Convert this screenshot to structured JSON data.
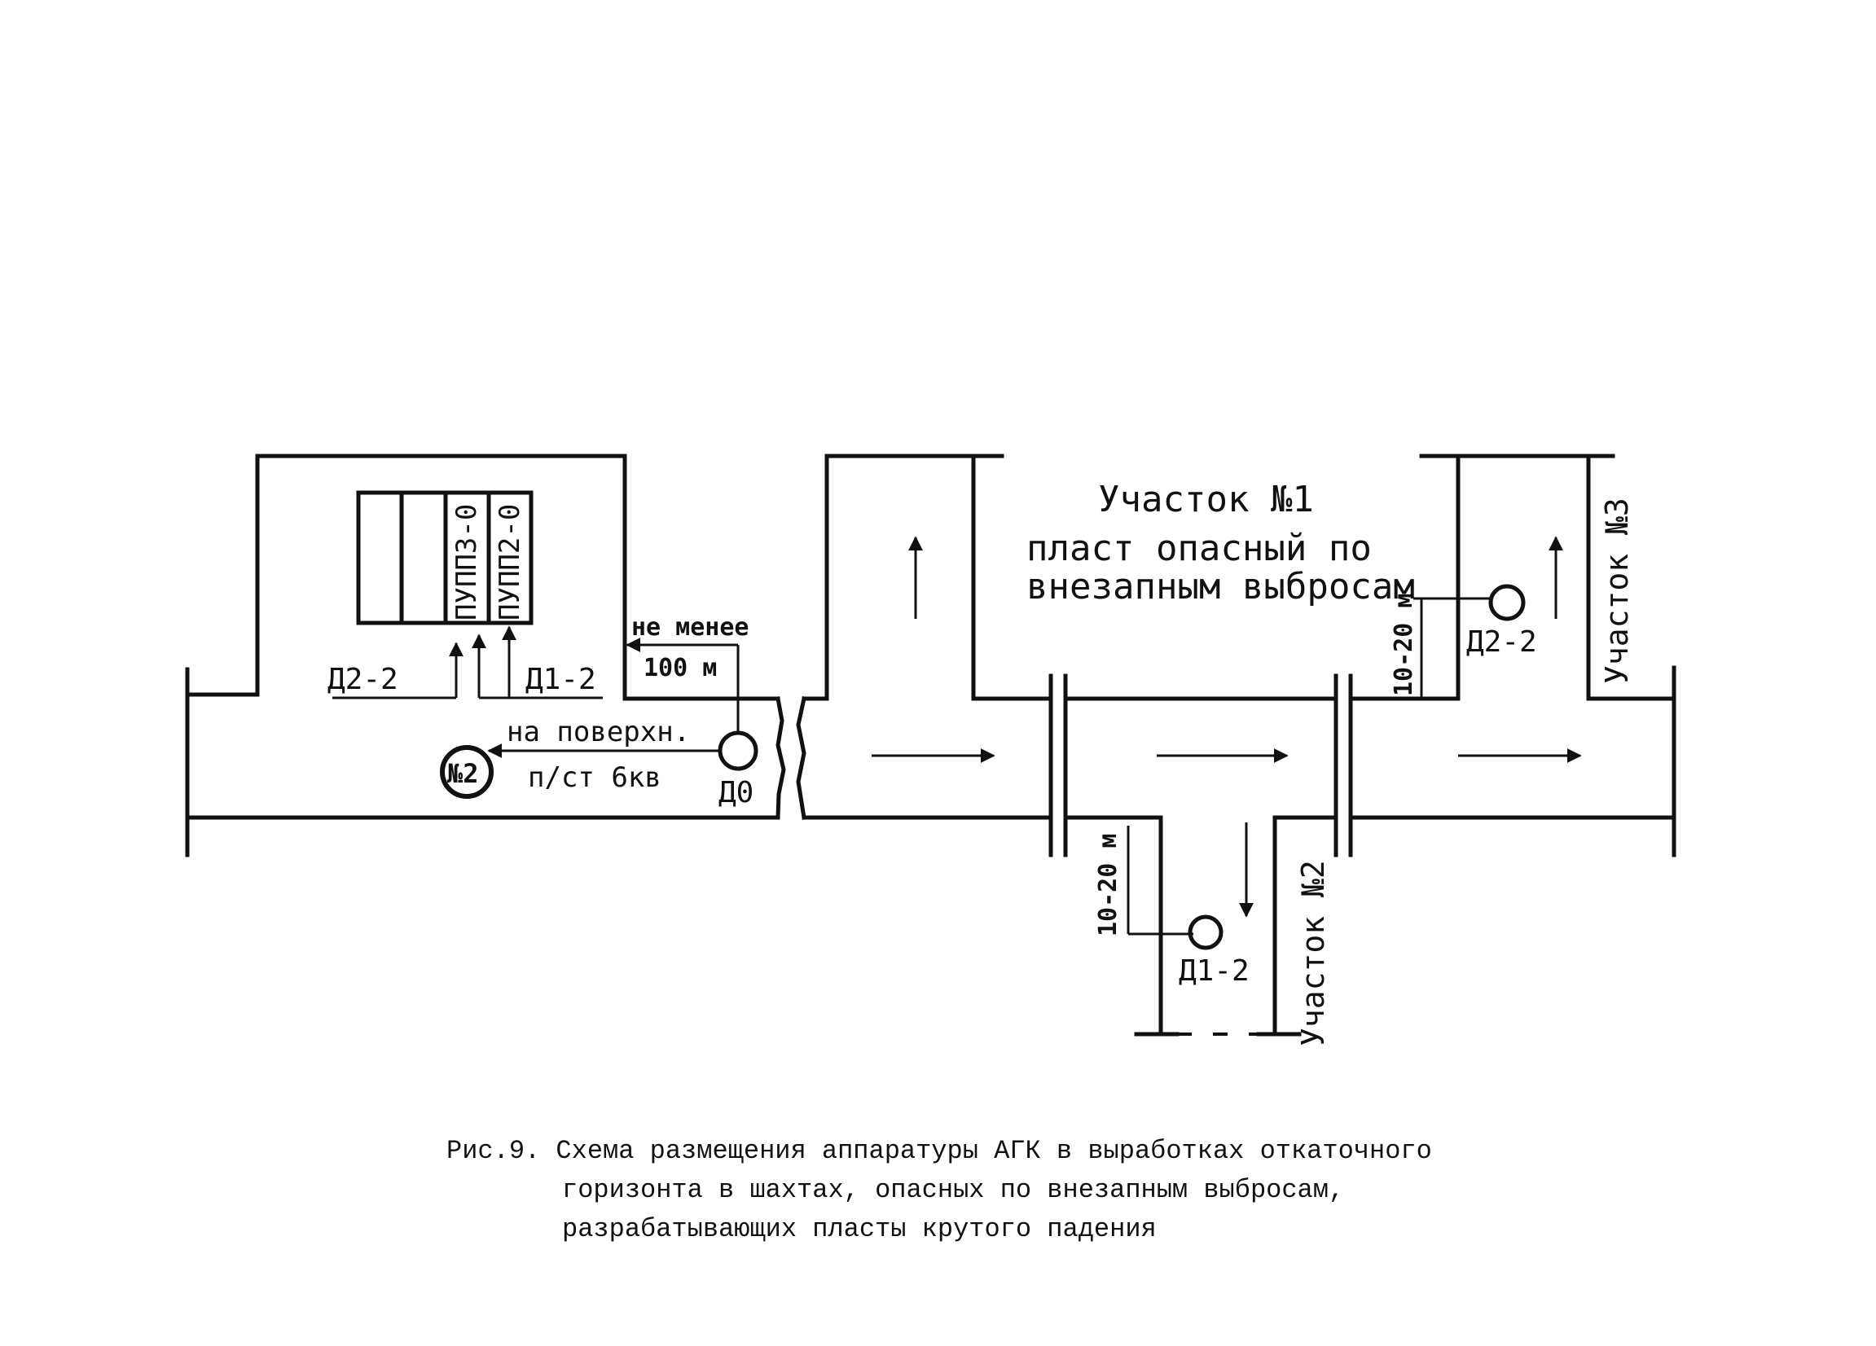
{
  "labels": {
    "section1_title": "Участок №1",
    "section1_line2": "пласт опасный по",
    "section1_line3": "внезапным выбросам",
    "section2": "Участок №2",
    "section3": "Участок №3",
    "pupp3": "ПУПП3-0",
    "pupp2": "ПУПП2-0",
    "d2_2_left": "Д2-2",
    "d1_2_left": "Д1-2",
    "not_less": "не менее",
    "distance_100": "100 м",
    "to_surface": "на поверхн.",
    "substation": "п/ст 6кв",
    "station_no": "№2",
    "d0": "Д0",
    "d2_2_right": "Д2-2",
    "d1_2_bottom": "Д1-2",
    "dist_10_20_right": "10-20 м",
    "dist_10_20_bottom": "10-20 м"
  },
  "caption": {
    "line1": "Рис.9. Схема размещения аппаратуры АГК в выработках откаточного",
    "line2": "горизонта в шахтах, опасных по внезапным выбросам,",
    "line3": "разрабатывающих пласты крутого падения"
  }
}
